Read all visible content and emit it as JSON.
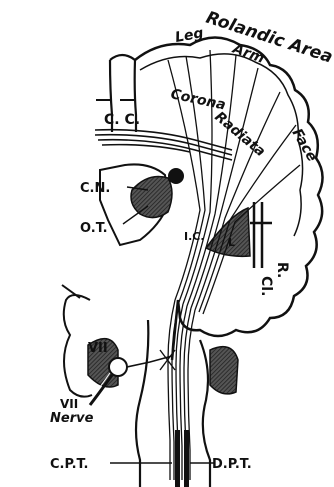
{
  "labels": {
    "rolandic_area": "Rolandic Area",
    "leg": "Leg",
    "arm": "Arm",
    "face": "Face",
    "corona": "Corona",
    "radiata": "Radiata",
    "cc": "C. C.",
    "cn": "C.N.",
    "ot": "O.T.",
    "ic": "I.C.",
    "l": "L",
    "r": "R.",
    "cl": "Cl.",
    "vii": "VII",
    "vii_nerve_line1": "VII",
    "vii_nerve_line2": "Nerve",
    "cpt": "C.P.T.",
    "dpt": "D.P.T."
  },
  "colors": {
    "ink": "#111111",
    "paper": "#ffffff",
    "shading": "#3a3a3a"
  }
}
